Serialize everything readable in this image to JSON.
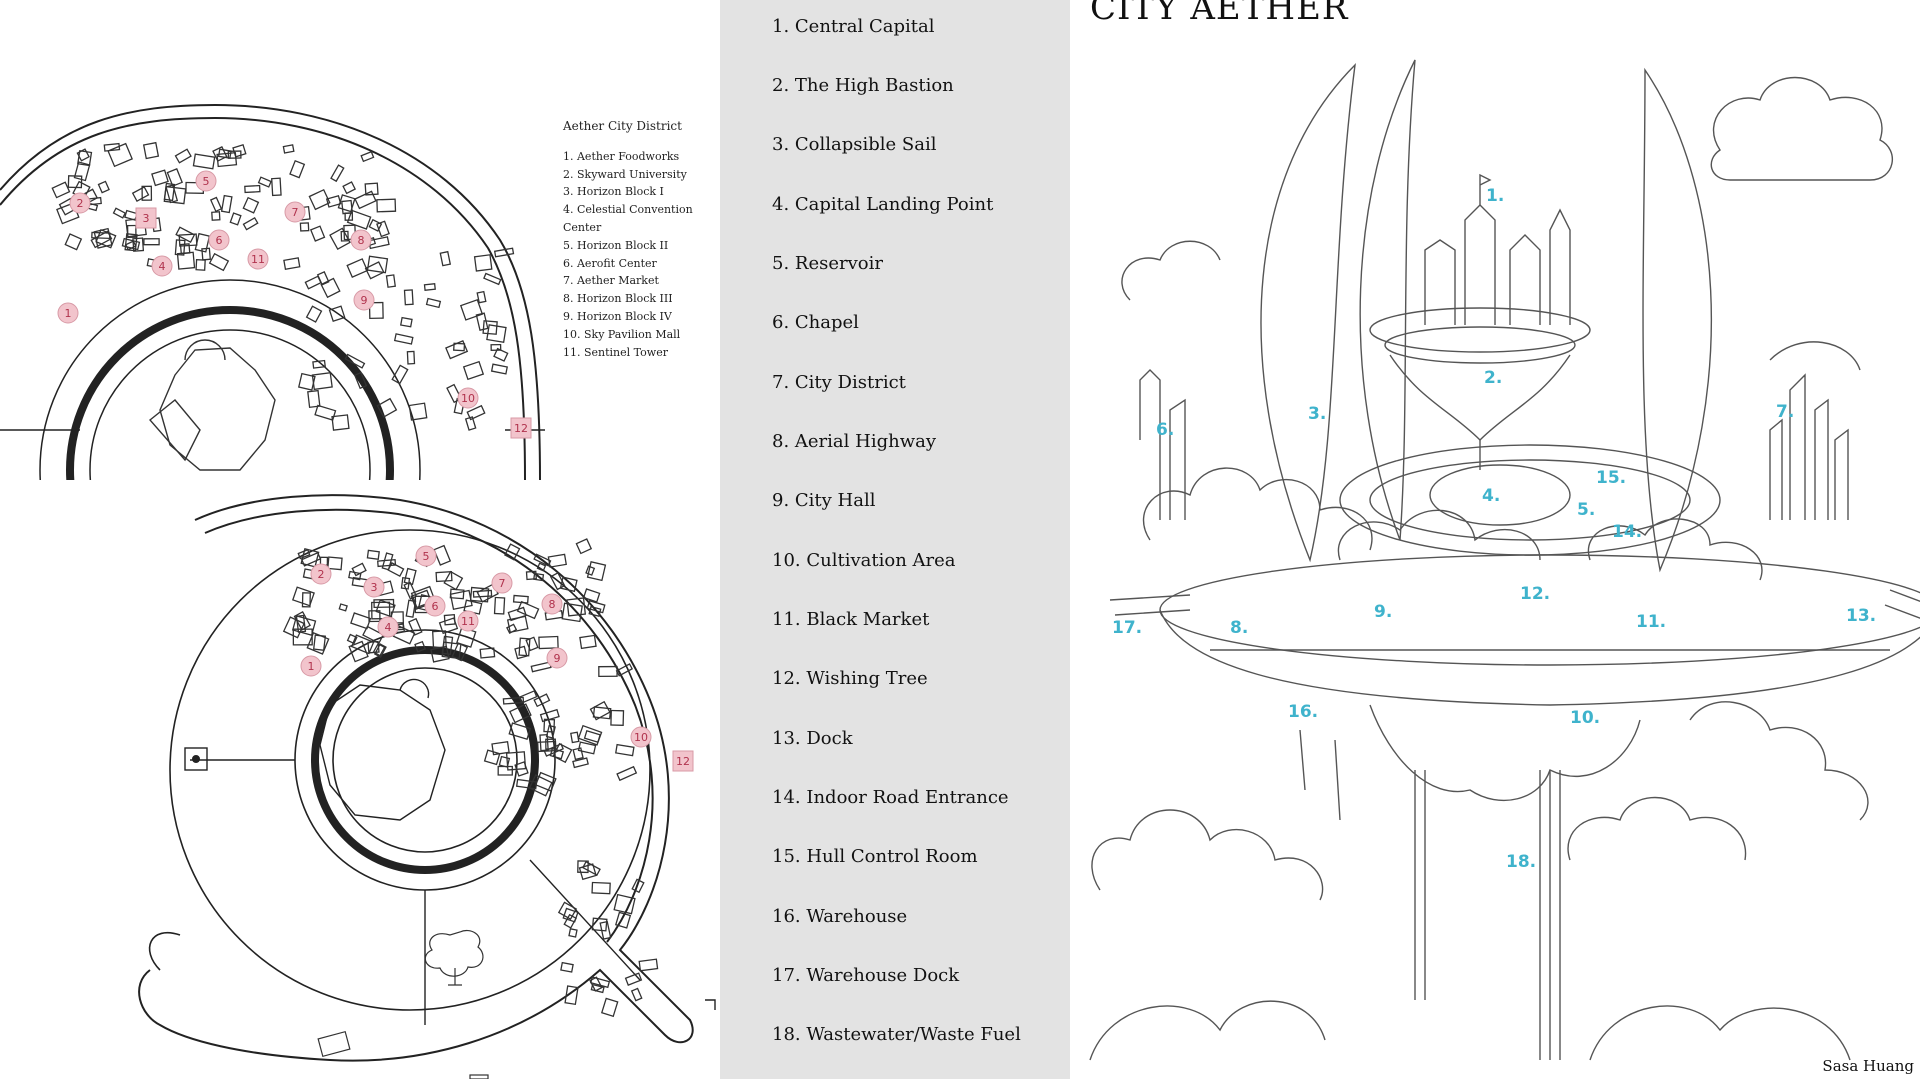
{
  "title": "CITY AETHER",
  "signature": "Sasa Huang",
  "district_legend": {
    "title": "Aether City District",
    "items": [
      "1. Aether Foodworks",
      "2. Skyward University",
      "3. Horizon Block I",
      "4. Celestial Convention Center",
      "5. Horizon Block II",
      "6. Aerofit Center",
      "7. Aether Market",
      "8. Horizon Block III",
      "9. Horizon Block IV",
      "10. Sky Pavilion Mall",
      "11. Sentinel Tower"
    ]
  },
  "legend": [
    "1. Central Capital",
    "2. The High Bastion",
    "3. Collapsible Sail",
    "4. Capital Landing Point",
    "5. Reservoir",
    "6. Chapel",
    "7. City District",
    "8. Aerial Highway",
    "9. City Hall",
    "10. Cultivation Area",
    "11. Black Market",
    "12. Wishing Tree",
    "13. Dock",
    "14. Indoor Road Entrance",
    "15. Hull Control Room",
    "16. Warehouse",
    "17. Warehouse Dock",
    "18. Wastewater/Waste Fuel"
  ],
  "top_map_markers": [
    "1",
    "2",
    "3",
    "4",
    "5",
    "6",
    "7",
    "8",
    "9",
    "10",
    "11",
    "12"
  ],
  "bottom_map_markers": [
    "1",
    "2",
    "3",
    "4",
    "5",
    "6",
    "7",
    "8",
    "9",
    "10",
    "11",
    "12"
  ],
  "callouts": [
    "1.",
    "2.",
    "3.",
    "4.",
    "5.",
    "6.",
    "7.",
    "8.",
    "9.",
    "10.",
    "11.",
    "12.",
    "13.",
    "14.",
    "15.",
    "16.",
    "17.",
    "18."
  ],
  "colors": {
    "legend_bg": "#e3e3e3",
    "callout": "#3fb3cc",
    "marker_fill": "#f2c4cc",
    "marker_text": "#b0334d"
  }
}
